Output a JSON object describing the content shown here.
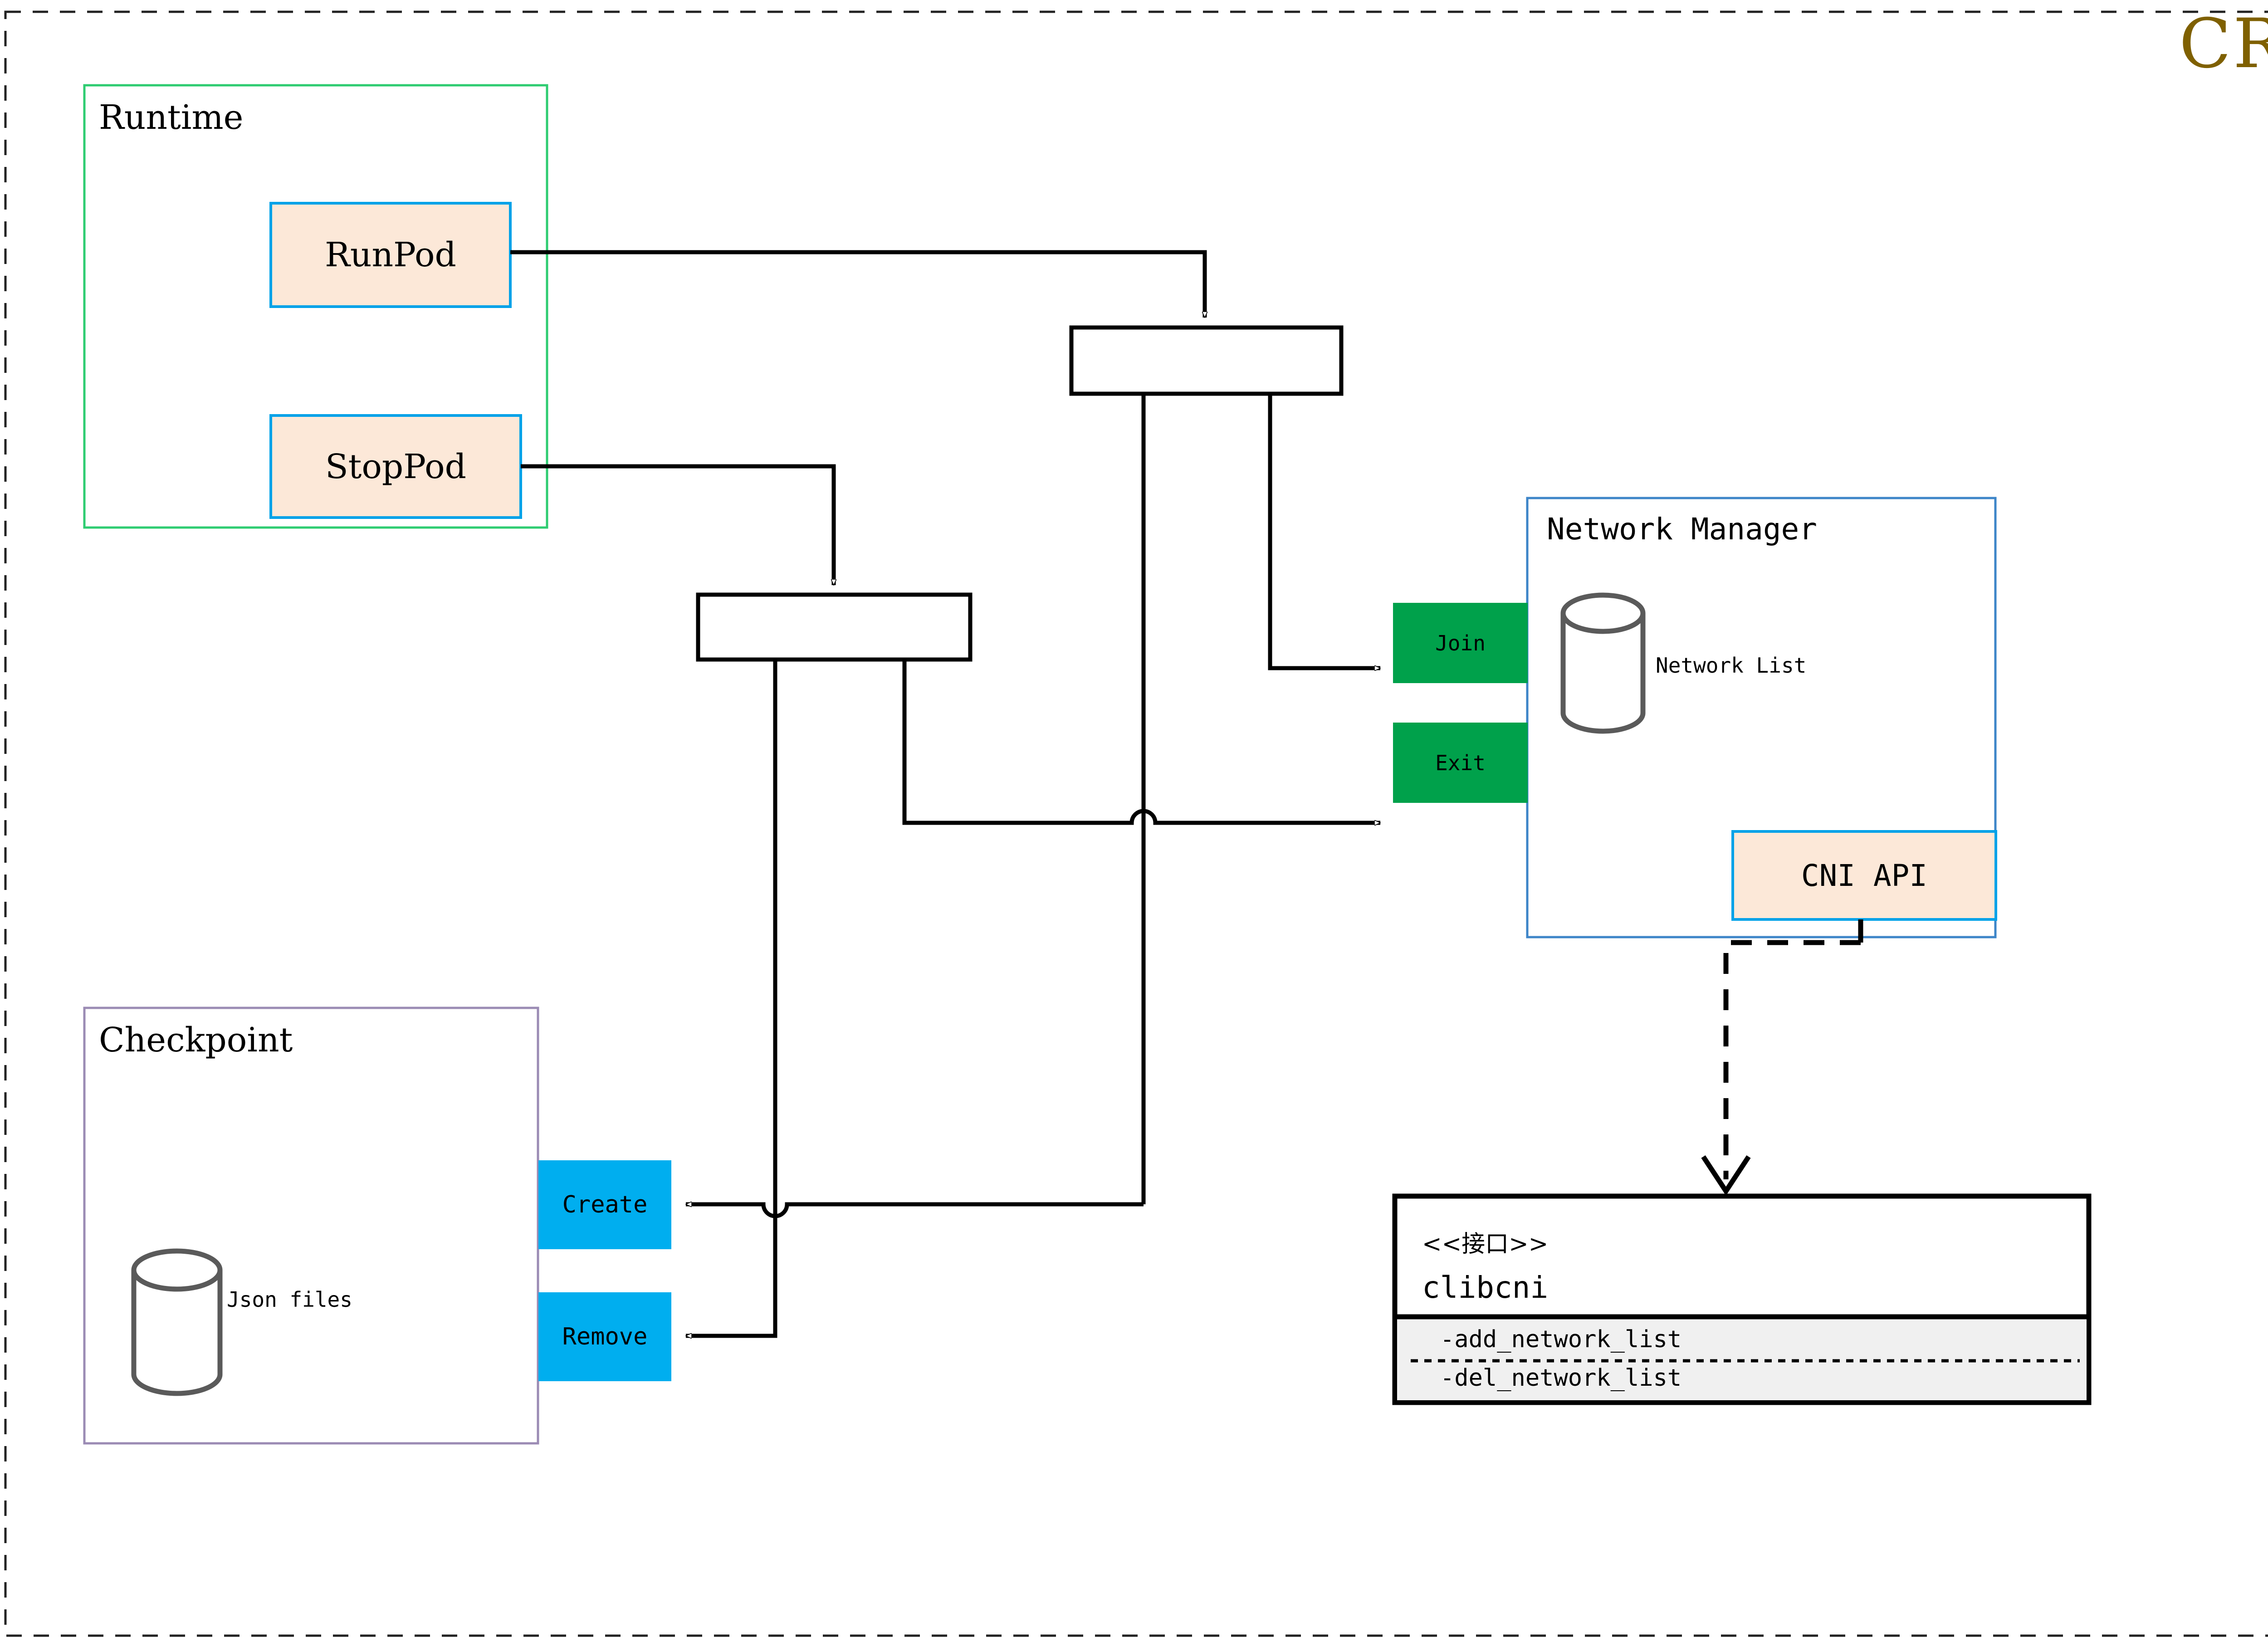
{
  "diagram": {
    "title": "CRI",
    "title_color": "#7f6000",
    "outer_border": "dashed",
    "groups": [
      {
        "id": "runtime",
        "label": "Runtime",
        "border_color": "#2ecc71"
      },
      {
        "id": "checkpoint",
        "label": "Checkpoint",
        "border_color": "#9b8bb4"
      },
      {
        "id": "netmgr",
        "label": "Network Manager",
        "border_color": "#3d85c8"
      }
    ],
    "runtime": {
      "label": "Runtime",
      "methods": [
        {
          "id": "runpod",
          "label": "RunPod",
          "fill": "#fce8d8",
          "border": "#00a2e8"
        },
        {
          "id": "stoppod",
          "label": "StopPod",
          "fill": "#fce8d8",
          "border": "#00a2e8"
        }
      ]
    },
    "checkpoint": {
      "label": "Checkpoint",
      "store_label": "Json files",
      "methods": [
        {
          "id": "create",
          "label": "Create",
          "fill": "#00aeef"
        },
        {
          "id": "remove",
          "label": "Remove",
          "fill": "#00aeef"
        }
      ]
    },
    "network_manager": {
      "label": "Network Manager",
      "store_label": "Network List",
      "methods": [
        {
          "id": "join",
          "label": "Join",
          "fill": "#00a14b"
        },
        {
          "id": "exit",
          "label": "Exit",
          "fill": "#00a14b"
        }
      ],
      "api": {
        "id": "cni-api",
        "label": "CNI API",
        "fill": "#fce8d8",
        "border": "#00a2e8"
      }
    },
    "interface": {
      "stereotype": "<<接口>>",
      "name": "clibcni",
      "operations": [
        "-add_network_list",
        "-del_network_list"
      ],
      "operations_fill": "#f0f0f0"
    },
    "junctions": [
      {
        "id": "junction-top",
        "label": ""
      },
      {
        "id": "junction-bottom",
        "label": ""
      }
    ]
  }
}
